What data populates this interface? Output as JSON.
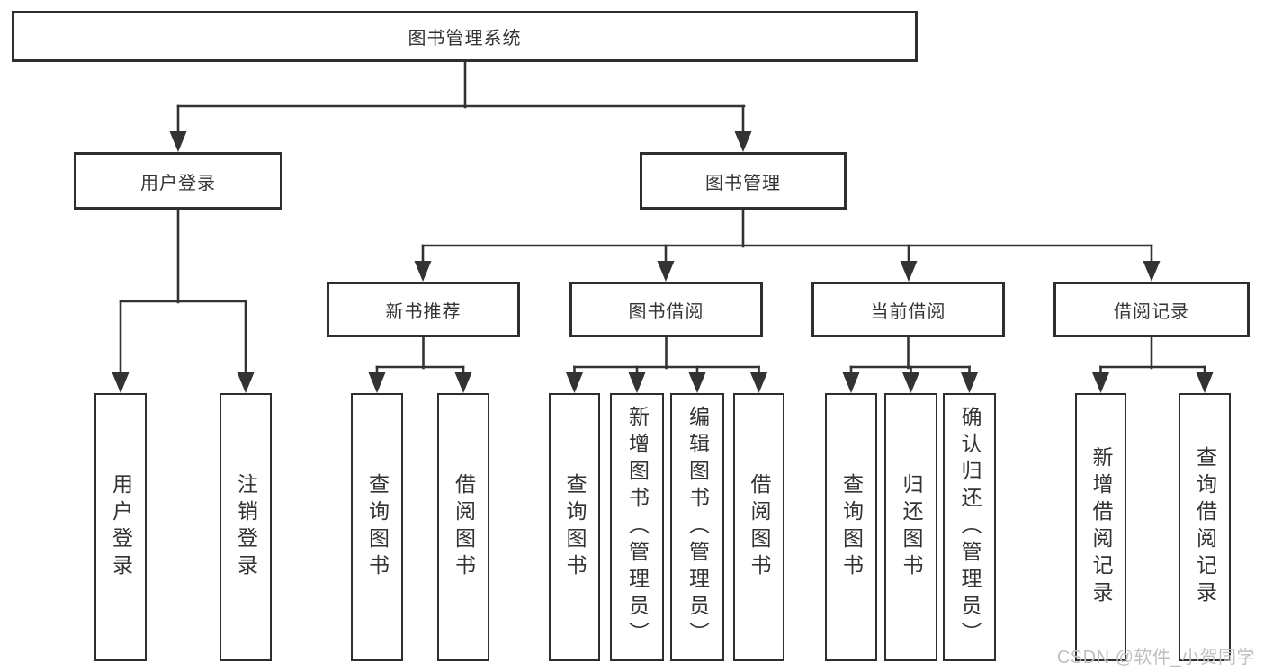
{
  "diagram": {
    "root": "图书管理系统",
    "level2": [
      "用户登录",
      "图书管理"
    ],
    "level3": [
      "新书推荐",
      "图书借阅",
      "当前借阅",
      "借阅记录"
    ],
    "leaves": {
      "user_login": [
        "用户登录",
        "注销登录"
      ],
      "new_book_recommend": [
        "查询图书",
        "借阅图书"
      ],
      "book_borrow": [
        "查询图书",
        "新增图书（管理员）",
        "编辑图书（管理员）",
        "借阅图书"
      ],
      "current_borrow": [
        "查询图书",
        "归还图书",
        "确认归还（管理员）"
      ],
      "borrow_records": [
        "新增借阅记录",
        "查询借阅记录"
      ]
    }
  },
  "watermark": "CSDN @软件_小贺同学",
  "colors": {
    "line": "#333333",
    "border": "#2e2e2e",
    "text": "#333333",
    "watermark": "#bfbfbf",
    "background": "#ffffff"
  }
}
